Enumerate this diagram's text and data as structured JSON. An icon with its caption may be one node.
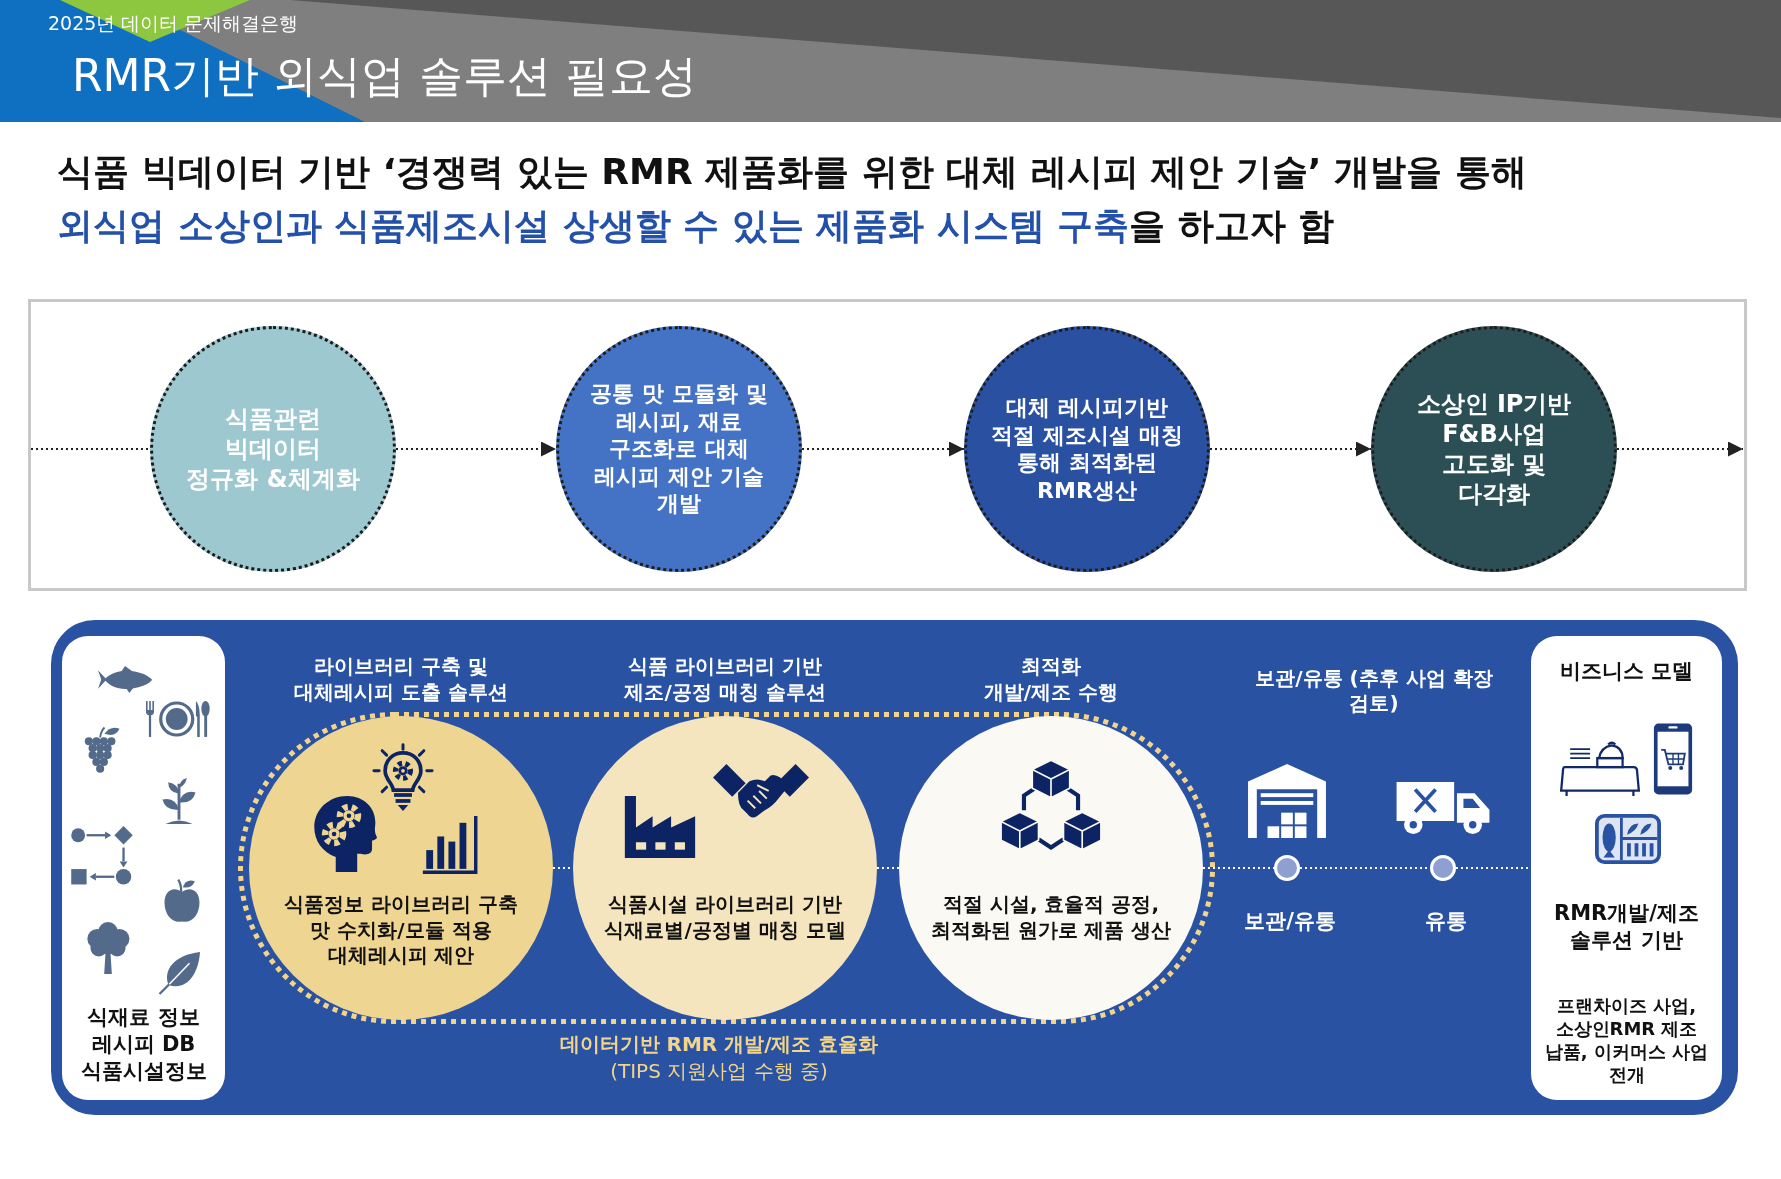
{
  "diagram": {
    "title": "RMR기반 외식업 솔루션 필요성",
    "nodes": [
      {
        "text": [
          "식품관련 빅데이터 정규화 &체계화"
        ]
      },
      {
        "text": [
          "공통 맛 모듈화 및 레시피, 재료 구조화로 대체 레시피 제안 기술 개발"
        ]
      },
      {
        "text": [
          "대체 레시피기반 적절 제조시설 매칭 통해 최적화된 RMR생산"
        ]
      },
      {
        "text": [
          "소상인 IP기반 F&B사업 고도화 및 다각화"
        ]
      },
      {
        "text": [
          "식재료 정보 레시피 DB 식품시설정보"
        ]
      },
      {
        "text": [
          "데이터기반 RMR 개발/제조 효율화",
          "(TIPS 지원사업 수행 중)"
        ]
      },
      {
        "text": [
          "라이브러리 구축 및 대체레시피 도출 솔루션",
          "식품정보 라이브러리 구축 맛 수치화/모듈 적용 대체레시피 제안"
        ],
        "in": 5
      },
      {
        "text": [
          "식품 라이브러리 기반 제조/공정 매칭 솔루션",
          "식품시설 라이브러리 기반 식재료별/공정별 매칭 모델"
        ],
        "in": 5
      },
      {
        "text": [
          "최적화 개발/제조 수행",
          "적절 시설, 효율적 공정, 최적화된 원가로 제품 생산"
        ],
        "in": 5
      },
      {
        "text": [],
        "shape": "circle",
        "beside": [
          "보관/유통"
        ]
      },
      {
        "text": [],
        "shape": "circle",
        "beside": [
          "유통"
        ]
      },
      {
        "text": [
          "비즈니스 모델",
          "RMR개발/제조 솔루션 기반",
          "프랜차이즈 사업, 소상인RMR 제조 납품, 이커머스 사업 전개"
        ]
      }
    ],
    "edges": [
      {
        "from": null,
        "to": 0,
        "arrow": "none"
      },
      {
        "from": 0,
        "to": 1,
        "arrow": "to"
      },
      {
        "from": 1,
        "to": 2,
        "arrow": "to"
      },
      {
        "from": 2,
        "to": 3,
        "arrow": "to"
      },
      {
        "from": 3,
        "to": null,
        "arrow": "to"
      },
      {
        "from": 6,
        "to": 7,
        "arrow": "none",
        "color": "#ffffff"
      },
      {
        "from": 7,
        "to": 8,
        "arrow": "none",
        "color": "#ffffff"
      },
      {
        "from": 8,
        "to": 9,
        "arrow": "none",
        "color": "#ffffff"
      },
      {
        "from": 9,
        "to": 10,
        "arrow": "none",
        "color": "#ffffff"
      },
      {
        "from": 10,
        "to": 11,
        "arrow": "none",
        "color": "#ffffff"
      }
    ],
    "labels": [
      "2025년 데이터 문제해결은행",
      "식품 빅데이터 기반 ‘경쟁력 있는 RMR 제품화를 위한 대체 레시피 제안 기술’ 개발을 통해",
      "외식업 소상인과 식품제조시설 상생할 수 있는 제품화 시스템 구축",
      "을 하고자 함",
      "보관/유통 (추후 사업 확장 검토)"
    ]
  }
}
